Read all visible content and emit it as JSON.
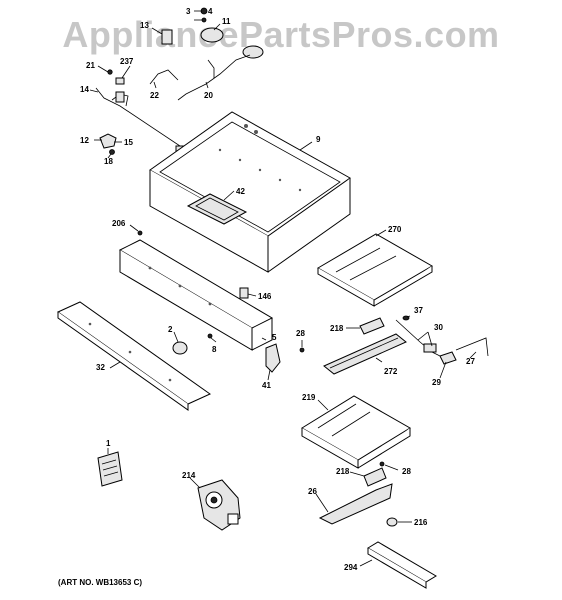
{
  "watermark": "AppliancePartsPros.com",
  "art_number": "(ART NO. WB13653 C)",
  "callouts": {
    "c1": "1",
    "c2": "2",
    "c3": "3",
    "c4": "4",
    "c5": "5",
    "c8": "8",
    "c9": "9",
    "c11": "11",
    "c12": "12",
    "c13": "13",
    "c14": "14",
    "c15": "15",
    "c18": "18",
    "c20": "20",
    "c21": "21",
    "c22": "22",
    "c26": "26",
    "c27": "27",
    "c28a": "28",
    "c28b": "28",
    "c29": "29",
    "c30": "30",
    "c32": "32",
    "c37": "37",
    "c41": "41",
    "c42": "42",
    "c146": "146",
    "c206": "206",
    "c214": "214",
    "c216": "216",
    "c218a": "218",
    "c218b": "218",
    "c219": "219",
    "c237": "237",
    "c270": "270",
    "c272": "272",
    "c294": "294"
  }
}
